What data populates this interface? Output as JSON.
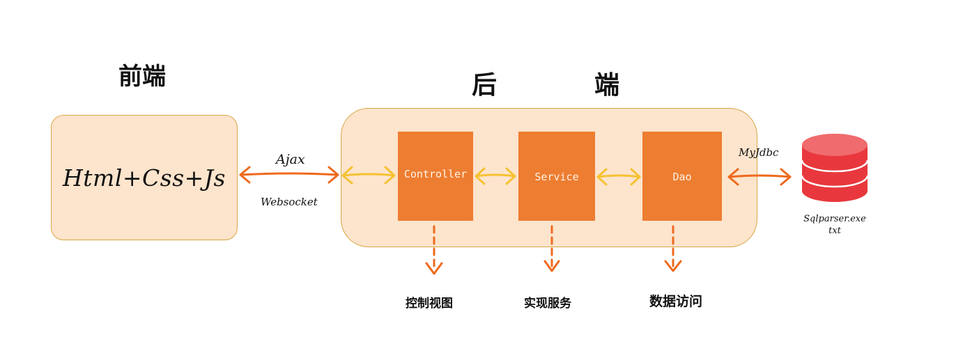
{
  "headings": {
    "frontend": "前端",
    "backend_part1": "后",
    "backend_part2": "端"
  },
  "frontend": {
    "label": "Html+Css+Js"
  },
  "connections": {
    "frontend_backend_top": "Ajax",
    "frontend_backend_bottom": "Websocket",
    "dao_database": "MyJdbc"
  },
  "backend_modules": [
    {
      "name": "Controller",
      "role": "控制视图"
    },
    {
      "name": "Service",
      "role": "实现服务"
    },
    {
      "name": "Dao",
      "role": "数据访问"
    }
  ],
  "database": {
    "label_line1": "Sqlparser.exe",
    "label_line2": "txt",
    "icon": "database-cylinder-icon"
  },
  "colors": {
    "box_fill": "#fde4cc",
    "box_border": "#d9a646",
    "module_fill": "#ed7d31",
    "orange_arrow": "#ee6a1e",
    "yellow_arrow": "#f6c233",
    "database_red": "#e8383d"
  }
}
